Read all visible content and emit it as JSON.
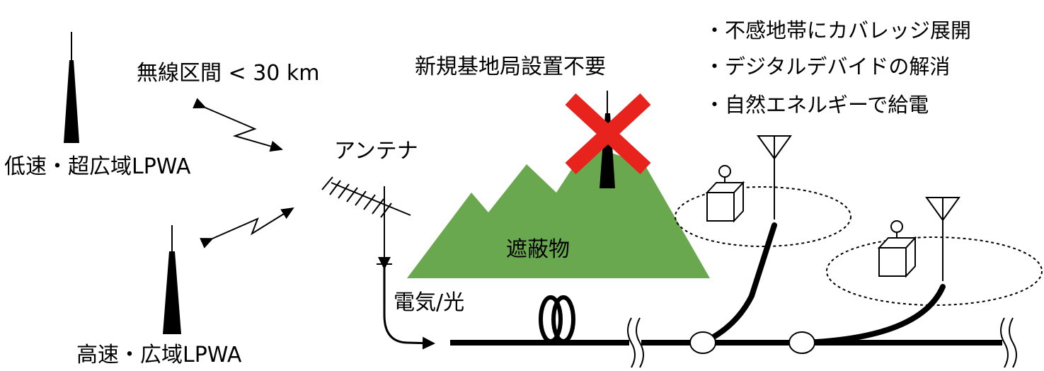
{
  "labels": {
    "wireless_range": "無線区間 < 30 km",
    "no_new_station": "新規基地局設置不要",
    "antenna": "アンテナ",
    "low_speed_lpwa": "低速・超広域LPWA",
    "high_speed_lpwa": "高速・広域LPWA",
    "obstacle": "遮蔽物",
    "electric_optical": "電気/光"
  },
  "benefits": [
    "・不感地帯にカバレッジ展開",
    "・デジタルデバイドの解消",
    "・自然エネルギーで給電"
  ],
  "colors": {
    "mountain": "#6aa84f",
    "cross": "#e8231e",
    "line": "#000000",
    "background": "#ffffff"
  },
  "icons": {
    "tower": "tower-icon",
    "yagi_antenna": "yagi-antenna-icon",
    "dipole_antenna": "antenna-icon",
    "sensor_box": "sensor-box-icon",
    "fiber_coil": "fiber-coil-icon"
  }
}
